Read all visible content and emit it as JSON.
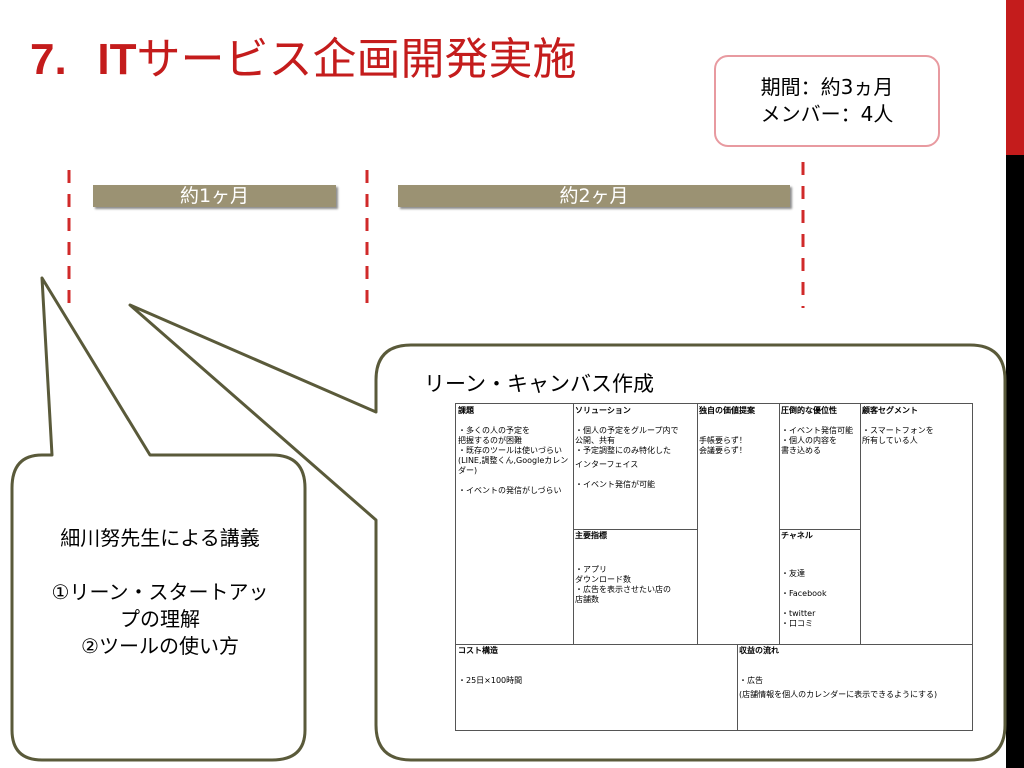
{
  "title": {
    "number": "7.",
    "it": "IT",
    "rest": "サービス企画開発実施"
  },
  "info": {
    "period": "期間：約3ヵ月",
    "members": "メンバー：4人"
  },
  "phases": [
    {
      "label": "約1ヶ月"
    },
    {
      "label": "約2ヶ月"
    }
  ],
  "lecture": {
    "lines": [
      "細川努先生による講義",
      "",
      "①リーン・スタートアッ",
      "プの理解",
      "②ツールの使い方"
    ]
  },
  "canvas_title": "リーン・キャンバス作成",
  "lean_canvas": {
    "problem": {
      "header": "課題",
      "lines": [
        "・多くの人の予定を",
        "把握するのが困難",
        "・既存のツールは使いづらい",
        "(LINE,調整くん,Googleカレン",
        "ダー)",
        "",
        "・イベントの発信がしづらい"
      ]
    },
    "solution": {
      "header": "ソリューション",
      "lines": [
        "・個人の予定をグループ内で",
        "公開、共有",
        "・予定調整にのみ特化した",
        "インターフェイス",
        "",
        "・イベント発信が可能"
      ]
    },
    "uvp": {
      "header": "独自の価値提案",
      "lines": [
        "手帳要らず！",
        "会議要らず！"
      ]
    },
    "advantage": {
      "header": "圧倒的な優位性",
      "lines": [
        "・イベント発信可能",
        "・個人の内容を",
        "書き込める"
      ]
    },
    "segments": {
      "header": "顧客セグメント",
      "lines": [
        "・スマートフォンを",
        "所有している人"
      ]
    },
    "metrics": {
      "header": "主要指標",
      "lines": [
        "・アプリ",
        "ダウンロード数",
        "・広告を表示させたい店の",
        "店舗数"
      ]
    },
    "channels": {
      "header": "チャネル",
      "lines": [
        "・友達",
        "",
        "・Facebook",
        "",
        "・twitter",
        "・口コミ"
      ]
    },
    "cost": {
      "header": "コスト構造",
      "lines": [
        "・25日×100時間"
      ]
    },
    "revenue": {
      "header": "収益の流れ",
      "lines": [
        "・広告",
        "(店舗情報を個人のカレンダーに表示できるようにする)"
      ]
    }
  },
  "colors": {
    "accent": "#c41c1c",
    "phase_bar": "#9b9273",
    "callout_border": "#5a5a3a",
    "info_border": "#e89aa0"
  }
}
